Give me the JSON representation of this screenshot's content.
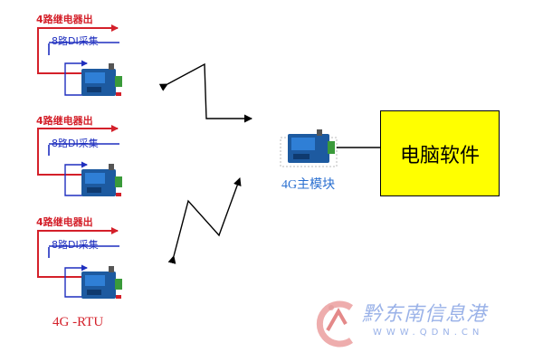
{
  "rtu_units": [
    {
      "relay_label": "4路继电器出",
      "di_label": "8路DI采集"
    },
    {
      "relay_label": "4路继电器出",
      "di_label": "8路DI采集"
    },
    {
      "relay_label": "4路继电器出",
      "di_label": "8路DI采集"
    }
  ],
  "rtu_caption": "4G -RTU",
  "master_caption": "4G主模块",
  "pc_label": "电脑软件",
  "watermark": {
    "text": "黔东南信息港",
    "url": "WWW.QDN.CN"
  },
  "colors": {
    "relay": "#d4202a",
    "di": "#1f2fbf",
    "pc_box": "#ffff00",
    "device_body": "#1d5aa0",
    "caption_blue": "#2a6fd0",
    "watermark": "#9ab2e8"
  }
}
